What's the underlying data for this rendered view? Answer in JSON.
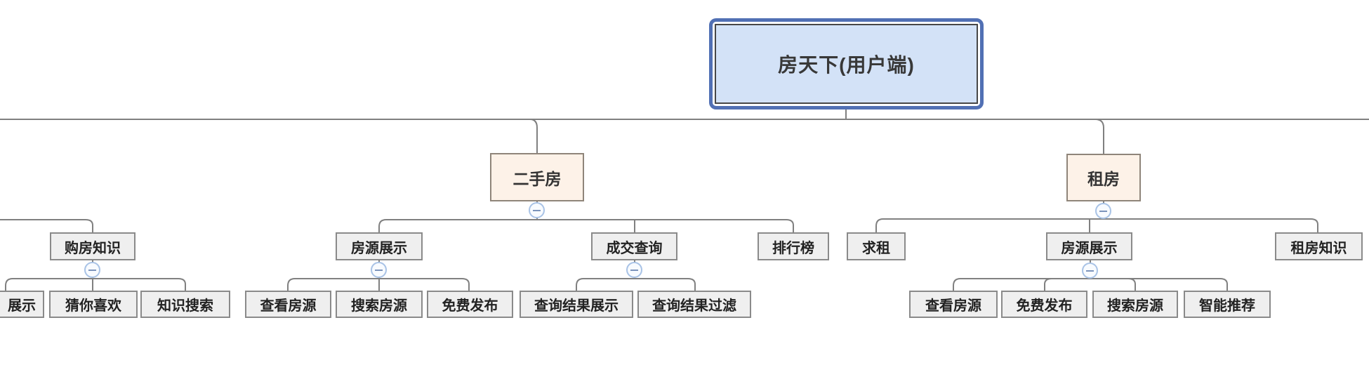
{
  "colors": {
    "line_color": "#808080",
    "node_border": "#8a8a8a",
    "node_fill": "#efefef",
    "node_text": "#222222",
    "branch_border": "#8f857a",
    "branch_fill": "#fdf2e8",
    "root_outer": "#5170b4",
    "root_inner_border": "#474747",
    "root_fill": "#d3e2f7",
    "root_text": "#383838",
    "badge_ring": "#a9c3e6",
    "badge_fill": "#f8fbff",
    "badge_glyph": "#7b93bb"
  },
  "icons": {
    "collapse_badge": "minus-circle"
  },
  "tree": {
    "root": {
      "label": "房天下(用户端)"
    },
    "left_partial": {
      "knowledge": {
        "label": "购房知识",
        "children": [
          {
            "label": "展示"
          },
          {
            "label": "猜你喜欢"
          },
          {
            "label": "知识搜索"
          }
        ]
      }
    },
    "secondhand": {
      "label": "二手房",
      "children": [
        {
          "label": "房源展示",
          "children": [
            {
              "label": "查看房源"
            },
            {
              "label": "搜索房源"
            },
            {
              "label": "免费发布"
            }
          ]
        },
        {
          "label": "成交查询",
          "children": [
            {
              "label": "查询结果展示"
            },
            {
              "label": "查询结果过滤"
            }
          ]
        },
        {
          "label": "排行榜"
        }
      ]
    },
    "rent": {
      "label": "租房",
      "children": [
        {
          "label": "求租"
        },
        {
          "label": "房源展示",
          "children": [
            {
              "label": "查看房源"
            },
            {
              "label": "免费发布"
            },
            {
              "label": "搜索房源"
            },
            {
              "label": "智能推荐"
            }
          ]
        },
        {
          "label": "租房知识"
        }
      ]
    }
  }
}
